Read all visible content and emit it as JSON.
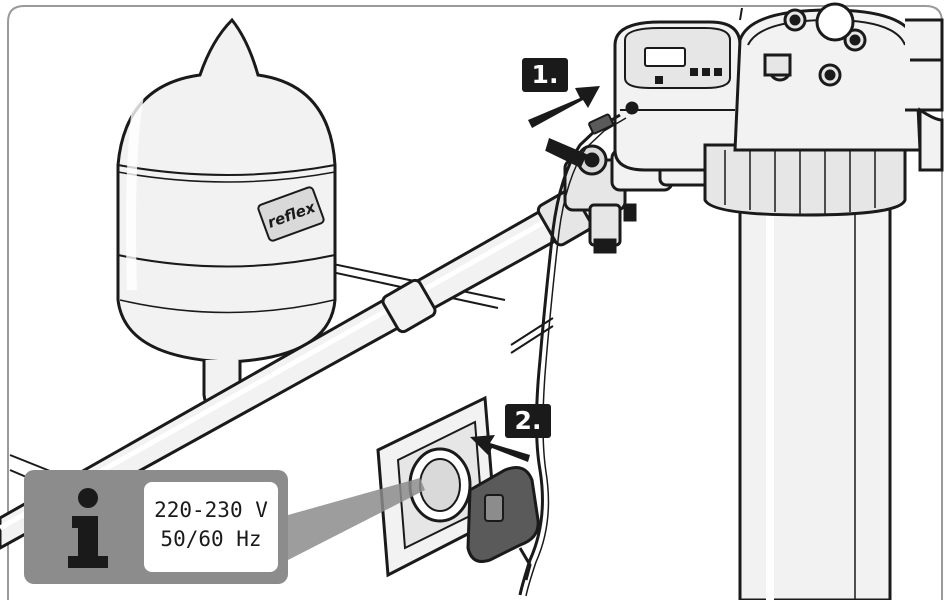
{
  "steps": {
    "step1": "1.",
    "step2": "2."
  },
  "logo": {
    "brand": "reflex"
  },
  "info": {
    "voltage": "220-230 V",
    "frequency": "50/60 Hz",
    "icon": "info-icon"
  },
  "colors": {
    "line": "#1a1a1a",
    "fill": "#f2f2f2",
    "shade": "#d9d9d9",
    "info_panel": "#8c8c8c",
    "plug": "#5a5a5a",
    "frame": "#9a9a9a"
  }
}
